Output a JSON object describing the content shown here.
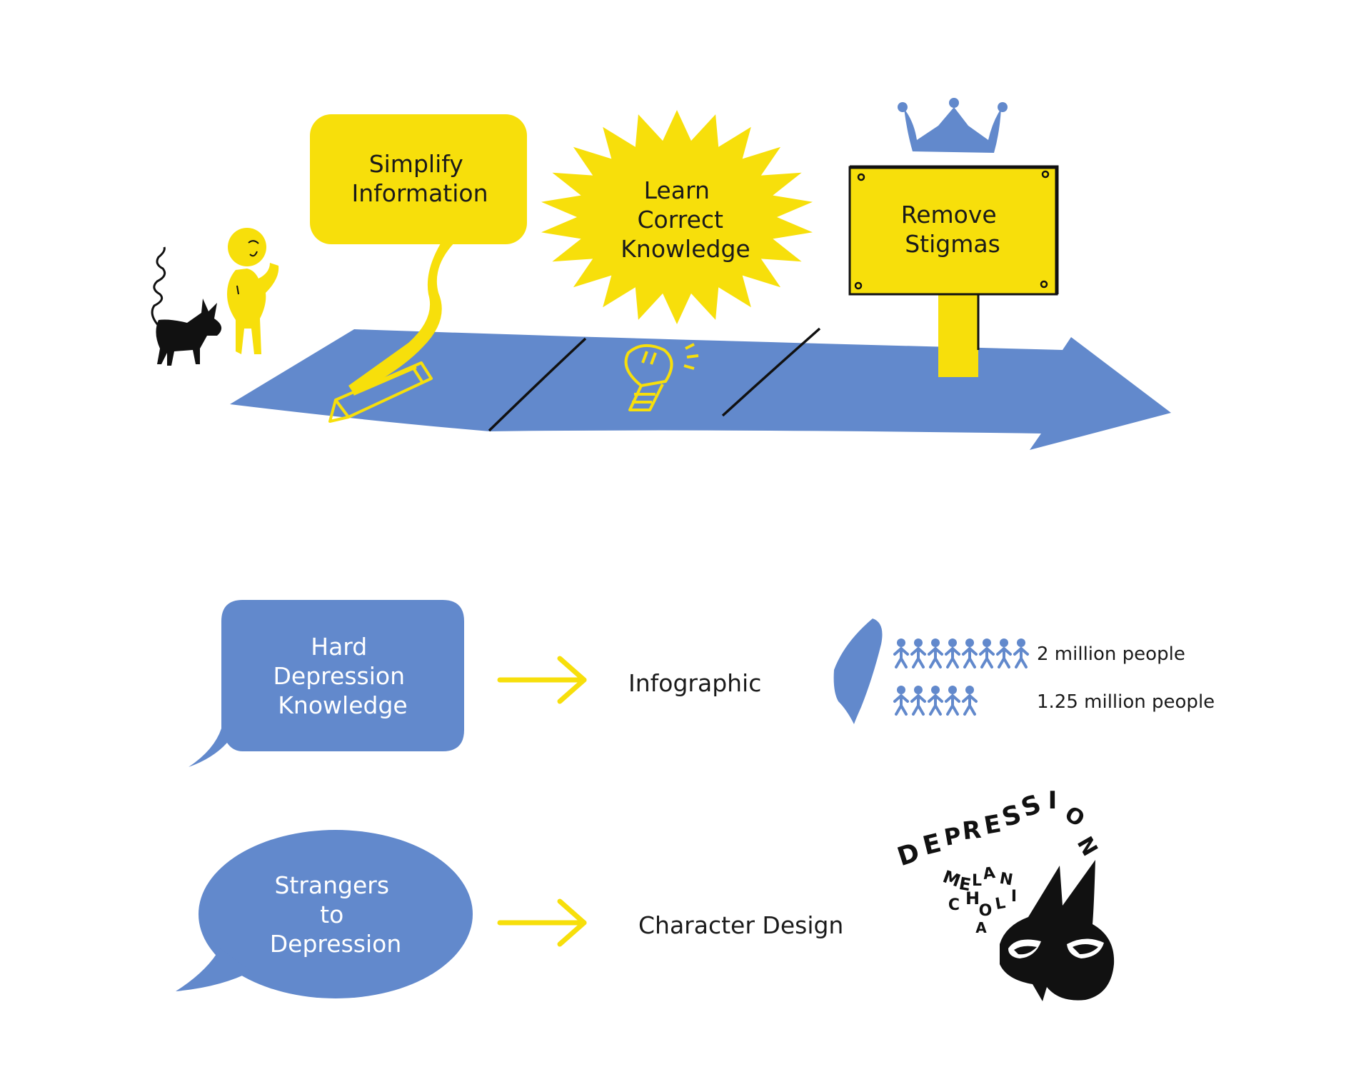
{
  "top": {
    "simplify": [
      "Simplify",
      "Information"
    ],
    "learn": [
      "Learn",
      "Correct",
      "Knowledge"
    ],
    "remove": [
      "Remove",
      "Stigmas"
    ]
  },
  "rows": [
    {
      "bubble_lines": [
        "Hard",
        "Depression",
        "Knowledge"
      ],
      "result": "Infographic",
      "stats": [
        "2 million people",
        "1.25 million people"
      ],
      "people_counts": [
        8,
        5
      ]
    },
    {
      "bubble_lines": [
        "Strangers",
        "to",
        "Depression"
      ],
      "result": "Character Design"
    }
  ],
  "lettering": {
    "word1": "DEPRESSION",
    "word2": "MELANCHOLIA"
  },
  "colors": {
    "yellow": "#f7df0b",
    "blue": "#6289cc",
    "black": "#111111",
    "text": "#1a1a1a"
  }
}
